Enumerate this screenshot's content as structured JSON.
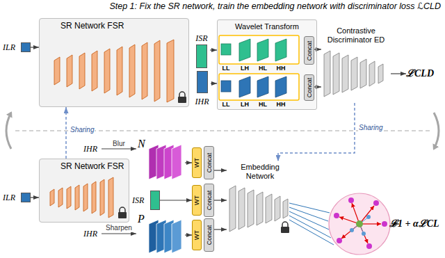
{
  "diagram": {
    "title": "Step 1: Fix the SR network, train the embedding network with discriminator loss ℒCLD",
    "nodes": [
      {
        "text": [
          "SR Network FSR"
        ]
      },
      {
        "text": [
          "ILR"
        ]
      },
      {
        "text": [
          "ISR"
        ]
      },
      {
        "text": [
          "IHR"
        ]
      },
      {
        "text": [
          "Wavelet Transform"
        ]
      },
      {
        "text": [
          "Concat"
        ],
        "in": 4
      },
      {
        "text": [
          "Concat"
        ],
        "in": 4
      },
      {
        "text": [
          "Contrastive Discriminator ED"
        ]
      },
      {
        "text": [
          "ℒCLD"
        ]
      },
      {
        "text": [
          "IHR"
        ]
      },
      {
        "text": [
          "N"
        ]
      },
      {
        "text": [
          "ILR"
        ]
      },
      {
        "text": [
          "SR Network FSR"
        ]
      },
      {
        "text": [
          "ISR"
        ]
      },
      {
        "text": [
          "IHR"
        ]
      },
      {
        "text": [
          "P"
        ]
      },
      {
        "text": [
          "WT"
        ]
      },
      {
        "text": [
          "Concat"
        ]
      },
      {
        "text": [
          "WT"
        ]
      },
      {
        "text": [
          "Concat"
        ]
      },
      {
        "text": [
          "WT"
        ]
      },
      {
        "text": [
          "Concat"
        ]
      },
      {
        "text": [
          "Embedding Network"
        ]
      },
      {
        "text": [
          "ℒ1 + αℒCL"
        ]
      }
    ],
    "edges": [
      {
        "from": 1,
        "to": 0,
        "arrow": "to"
      },
      {
        "from": 2,
        "to": 4,
        "arrow": "to"
      },
      {
        "from": 3,
        "to": 4,
        "arrow": "to"
      },
      {
        "from": 5,
        "to": 7,
        "arrow": "to"
      },
      {
        "from": 6,
        "to": 7,
        "arrow": "to"
      },
      {
        "from": 7,
        "to": 8,
        "arrow": "to"
      },
      {
        "from": 12,
        "to": 0,
        "label": "Sharing",
        "arrow": "to"
      },
      {
        "from": 7,
        "to": 22,
        "label": "Sharing",
        "arrow": "to"
      },
      {
        "from": 11,
        "to": 12,
        "arrow": "to"
      },
      {
        "from": 9,
        "to": 10,
        "label": "Blur",
        "arrow": "to"
      },
      {
        "from": 14,
        "to": 15,
        "label": "Sharpen",
        "arrow": "to"
      },
      {
        "from": 10,
        "to": 16,
        "arrow": "to"
      },
      {
        "from": 13,
        "to": 18,
        "arrow": "to"
      },
      {
        "from": 15,
        "to": 20,
        "arrow": "to"
      },
      {
        "from": 17,
        "to": 22,
        "arrow": "to"
      },
      {
        "from": 19,
        "to": 22,
        "arrow": "to"
      },
      {
        "from": 21,
        "to": 22,
        "arrow": "to"
      }
    ],
    "labels": [
      "LL",
      "LH",
      "HL",
      "HH",
      "LL",
      "LH",
      "HL",
      "HH"
    ]
  }
}
